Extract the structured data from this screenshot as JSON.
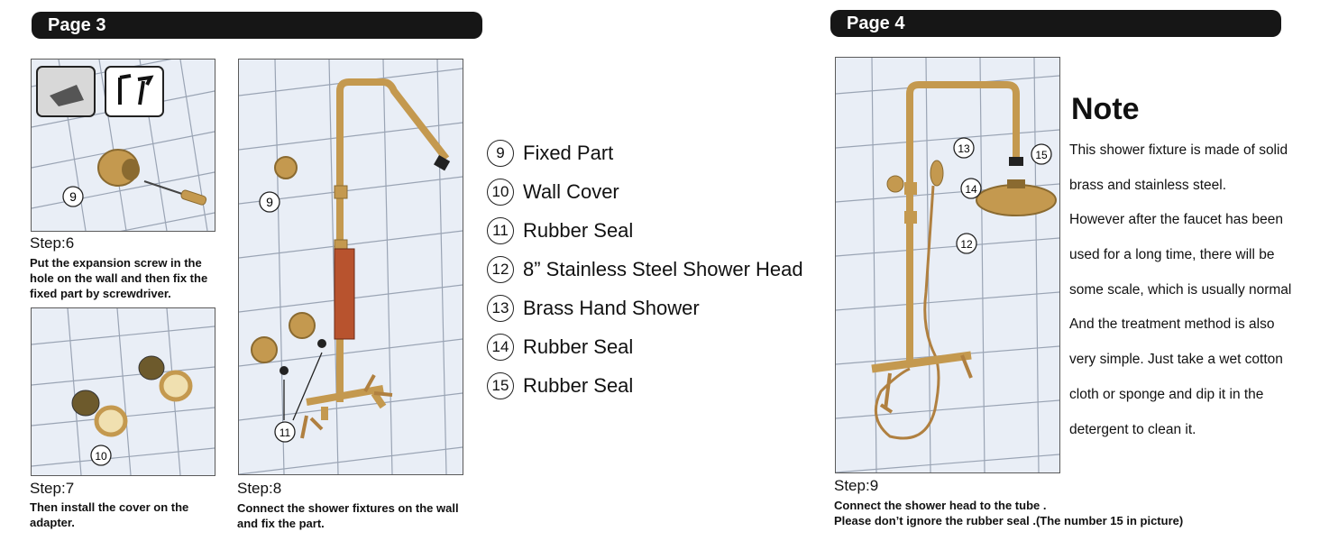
{
  "headers": {
    "page3": "Page 3",
    "page4": "Page 4"
  },
  "steps": {
    "s6": {
      "label": "Step:6",
      "text": [
        "Put the expansion screw in the",
        "hole on the wall and then fix the",
        "fixed part by screwdriver."
      ]
    },
    "s7": {
      "label": "Step:7",
      "text": [
        "Then install the cover on the",
        "adapter."
      ]
    },
    "s8": {
      "label": "Step:8",
      "text": [
        "Connect the shower fixtures on the wall",
        "and fix the part."
      ]
    },
    "s9": {
      "label": "Step:9",
      "text": [
        "Connect the shower head to the tube .",
        "Please don’t ignore the  rubber seal .(The  number 15 in picture)"
      ]
    }
  },
  "callouts": {
    "c9": "9",
    "c10": "10",
    "c11": "11",
    "c12": "12",
    "c13": "13",
    "c14": "14",
    "c15": "15"
  },
  "legend": [
    {
      "num": "9",
      "text": "Fixed Part"
    },
    {
      "num": "10",
      "text": "Wall Cover"
    },
    {
      "num": "11",
      "text": "Rubber Seal"
    },
    {
      "num": "12",
      "text": "8” Stainless Steel Shower Head"
    },
    {
      "num": "13",
      "text": "Brass Hand Shower"
    },
    {
      "num": "14",
      "text": "Rubber Seal"
    },
    {
      "num": "15",
      "text": "Rubber Seal"
    }
  ],
  "note": {
    "title": "Note",
    "lines": [
      "This shower fixture is made of solid",
      "brass and stainless steel.",
      "However after the faucet has been",
      "used for a long time, there will be",
      "some scale, which is usually normal",
      "And the treatment method is also",
      "very simple. Just take a wet cotton",
      "cloth or sponge and dip it in the",
      "detergent to clean it."
    ]
  },
  "colors": {
    "header_bg": "#161616",
    "tile": "#e9eef6",
    "grout": "#9aa4b4",
    "brass": "#c4994f",
    "brass_dark": "#8a6a30",
    "pump": "#b8532e"
  }
}
